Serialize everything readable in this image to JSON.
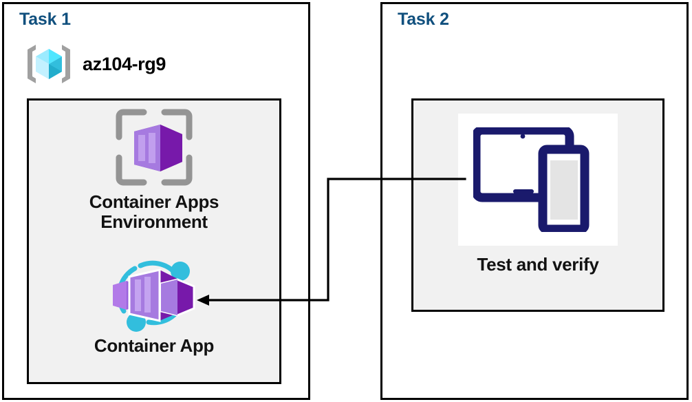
{
  "diagram": {
    "title_left": "Task 1",
    "title_right": "Task 2",
    "colors": {
      "task_heading": "#11507e",
      "panel_border": "#000000",
      "group_fill": "#f1f1f1",
      "label_text": "#121212",
      "resource_group_cube": "#50e6ff",
      "resource_group_bracket": "#a0a0a0",
      "container_purple": "#8661c5",
      "container_purple_dark": "#7719aa",
      "container_purple_light": "#b27ae8",
      "grid_gray": "#949494",
      "accent_cyan": "#32bedd",
      "device_navy": "#1a1a6c",
      "connector": "#000000"
    }
  },
  "task1": {
    "heading": "Task 1",
    "resource_group": {
      "icon": "resource-group-icon",
      "name": "az104-rg9"
    },
    "nodes": [
      {
        "icon": "container-apps-environment-icon",
        "label_line1": "Container Apps",
        "label_line2": "Environment"
      },
      {
        "icon": "container-app-icon",
        "label_line1": "Container App",
        "label_line2": ""
      }
    ]
  },
  "task2": {
    "heading": "Task 2",
    "node": {
      "icon": "devices-test-icon",
      "label": "Test and verify"
    }
  },
  "connector": {
    "name": "test-to-container-app-arrow",
    "from": "Test and verify",
    "to": "Container App",
    "direction": "right-to-left",
    "arrowhead": "left"
  }
}
